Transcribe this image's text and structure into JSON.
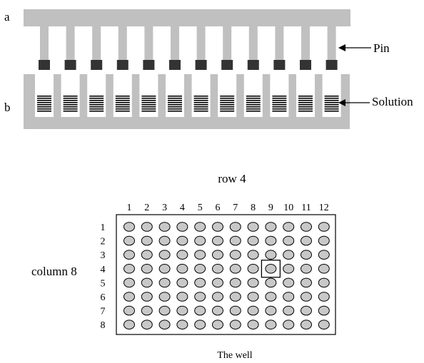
{
  "pin_diagram": {
    "label_a": "a",
    "label_b": "b",
    "label_pin": "Pin",
    "label_solution": "Solution",
    "pin_count": 12
  },
  "plate": {
    "row_label": "row 4",
    "column_label": "column 8",
    "caption": "The well",
    "column_numbers": [
      "1",
      "2",
      "3",
      "4",
      "5",
      "6",
      "7",
      "8",
      "9",
      "10",
      "11",
      "12"
    ],
    "row_numbers": [
      "1",
      "2",
      "3",
      "4",
      "5",
      "6",
      "7",
      "8"
    ],
    "highlight": {
      "row": 4,
      "column": 9
    }
  },
  "colors": {
    "block_gray": "#c0c0c0",
    "pin_tip": "#333333",
    "well_fill": "#c8c8c8",
    "stroke": "#000000"
  }
}
